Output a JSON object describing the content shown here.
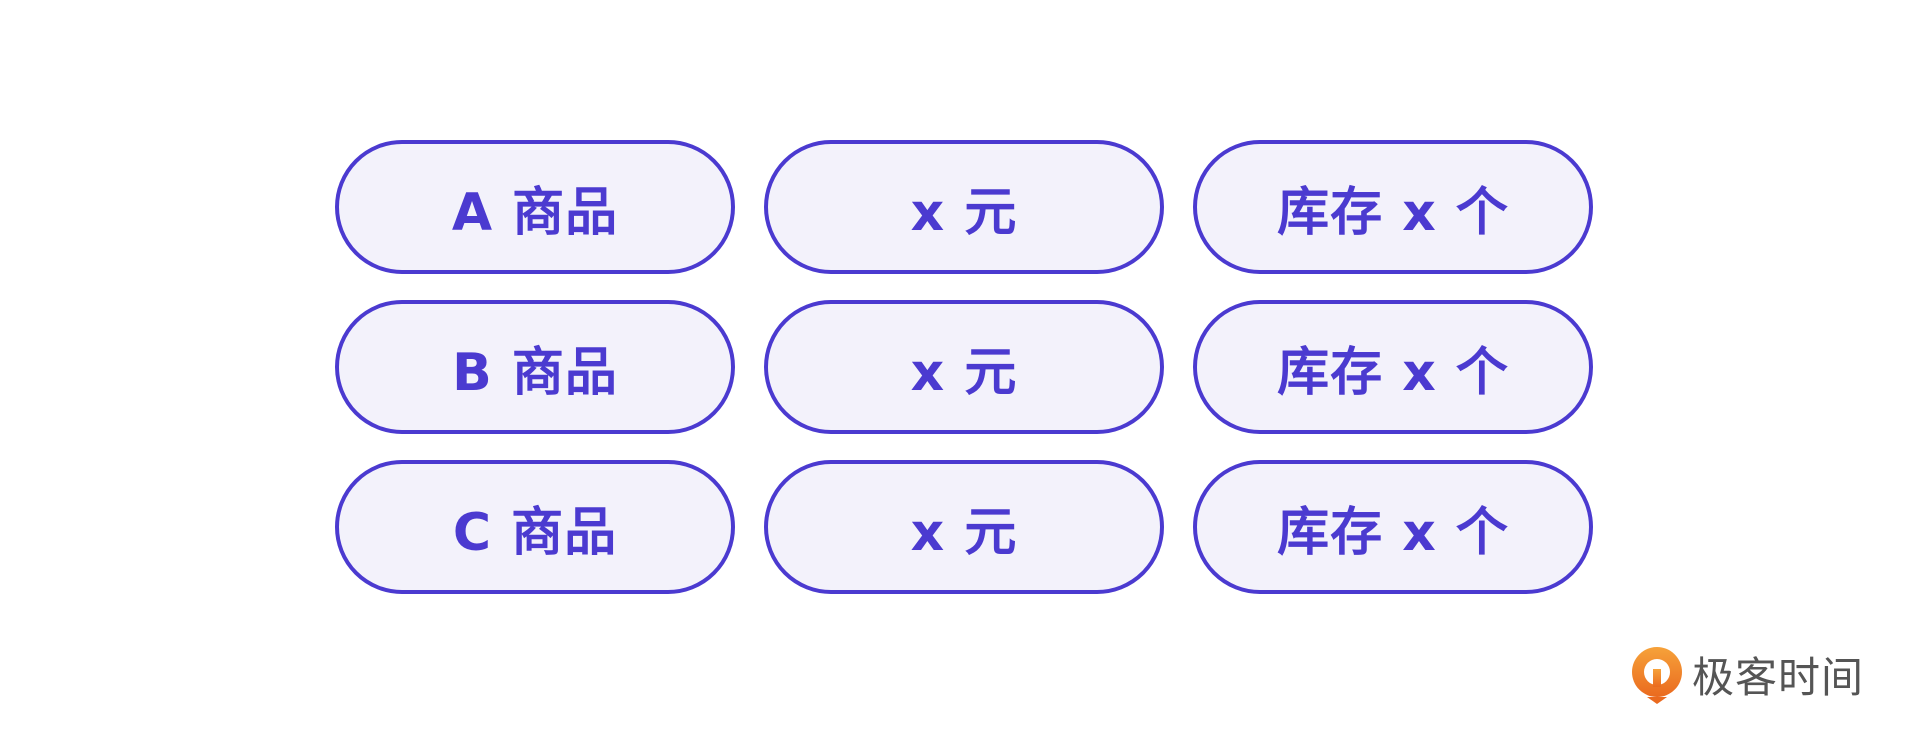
{
  "rows": [
    {
      "product": "A 商品",
      "price": "x 元",
      "stock": "库存 x 个"
    },
    {
      "product": "B 商品",
      "price": "x 元",
      "stock": "库存 x 个"
    },
    {
      "product": "C 商品",
      "price": "x 元",
      "stock": "库存 x 个"
    }
  ],
  "logo": {
    "text": "极客时间",
    "icon": "geektime-logo-icon"
  },
  "colors": {
    "accent": "#4b3ad0",
    "fill": "#f3f2fb",
    "logo_orange": "#f08a2c",
    "logo_text": "#555555"
  }
}
